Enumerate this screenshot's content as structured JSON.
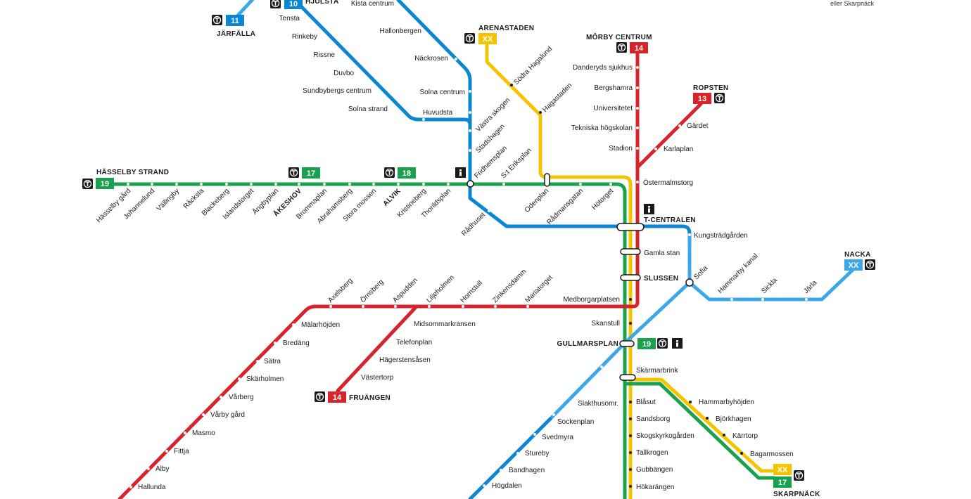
{
  "colors": {
    "green": "#1aa14d",
    "red": "#d8232a",
    "blue": "#0a86d2",
    "lightblue": "#3aa8e8",
    "yellow": "#f5c400",
    "dot": "#ffffff",
    "black": "#1a1a1a"
  },
  "note": "eller Skarpnäck",
  "terminals": [
    {
      "id": "jarfalla",
      "name": "JÄRFÄLLA",
      "line": "11"
    },
    {
      "id": "hjulsta",
      "name": "HJULSTA",
      "line": "10"
    },
    {
      "id": "arenastaden",
      "name": "ARENASTADEN",
      "line": "XX"
    },
    {
      "id": "morby",
      "name": "MÖRBY CENTRUM",
      "line": "14"
    },
    {
      "id": "ropsten",
      "name": "ROPSTEN",
      "line": "13"
    },
    {
      "id": "hasselby",
      "name": "HÄSSELBY STRAND",
      "line": "19"
    },
    {
      "id": "akeshov",
      "name": "ÅKESHOV",
      "line": "17"
    },
    {
      "id": "alvik",
      "name": "ALVIK",
      "line": "18"
    },
    {
      "id": "tcentralen",
      "name": "T-CENTRALEN",
      "line": ""
    },
    {
      "id": "slussen",
      "name": "SLUSSEN",
      "line": ""
    },
    {
      "id": "gullmarsplan",
      "name": "GULLMARSPLAN",
      "line": "19"
    },
    {
      "id": "nacka",
      "name": "NACKA",
      "line": "XX"
    },
    {
      "id": "fruangen",
      "name": "FRUÄNGEN",
      "line": "14"
    },
    {
      "id": "skarpnack",
      "name": "SKARPNÄCK",
      "line": "17"
    },
    {
      "id": "skarpnack_xx",
      "name": "",
      "line": "XX"
    }
  ],
  "stations": {
    "green_west": [
      "Hässelby gård",
      "Johannelund",
      "Vällingby",
      "Råcksta",
      "Blackeberg",
      "Islandstorget",
      "Ängbyplan",
      "ÅKESHOV",
      "Brommaplan",
      "Abrahamsberg",
      "Stora mossen",
      "ALVIK",
      "Kristineberg",
      "Thorildsplan",
      "Fridhemsplan",
      "S:t Eriksplan",
      "Odenplan",
      "Rådmansgatan",
      "Hötorget"
    ],
    "blue_north": [
      "Tensta",
      "Rinkeby",
      "Rissne",
      "Duvbo",
      "Sundbybergs centrum",
      "Solna strand",
      "Huvudsta",
      "Kista centrum",
      "Hallonbergen",
      "Näckrosen",
      "Solna centrum",
      "Västra skogen",
      "Stadshagen",
      "Rådhuset",
      "Kungsträdgården"
    ],
    "yellow": [
      "Södra Hagalund",
      "Hagastaden"
    ],
    "red_north": [
      "Danderyds sjukhus",
      "Bergshamra",
      "Universitetet",
      "Tekniska högskolan",
      "Stadion",
      "Östermalmstorg",
      "Gärdet",
      "Karlaplan"
    ],
    "center": [
      "Gamla stan",
      "Medborgarplatsen",
      "Skanstull",
      "Skärmarbrink"
    ],
    "red_south": [
      "Axelsberg",
      "Örnsberg",
      "Aspudden",
      "Liljeholmen",
      "Hornstull",
      "Zinkensdamm",
      "Mariatorget",
      "Mälarhöjden",
      "Bredäng",
      "Sätra",
      "Skärholmen",
      "Vårberg",
      "Vårby gård",
      "Masmo",
      "Fittja",
      "Alby",
      "Hallunda",
      "Midsommarkransen",
      "Telefonplan",
      "Hägerstensåsen",
      "Västertorp"
    ],
    "nacka": [
      "Sofia",
      "Hammarby kanal",
      "Sickla",
      "Järla"
    ],
    "blue_south": [
      "Slakthusomr.",
      "Sockenplan",
      "Svedmyra",
      "Stureby",
      "Bandhagen",
      "Högdalen"
    ],
    "green_south": [
      "Blåsut",
      "Sandsborg",
      "Skogskyrkogården",
      "Tallkrogen",
      "Gubbängen",
      "Hökarängen"
    ],
    "skarpnack_branch": [
      "Hammarbyhöjden",
      "Björkhagen",
      "Kärrtorp",
      "Bagarmossen"
    ]
  }
}
